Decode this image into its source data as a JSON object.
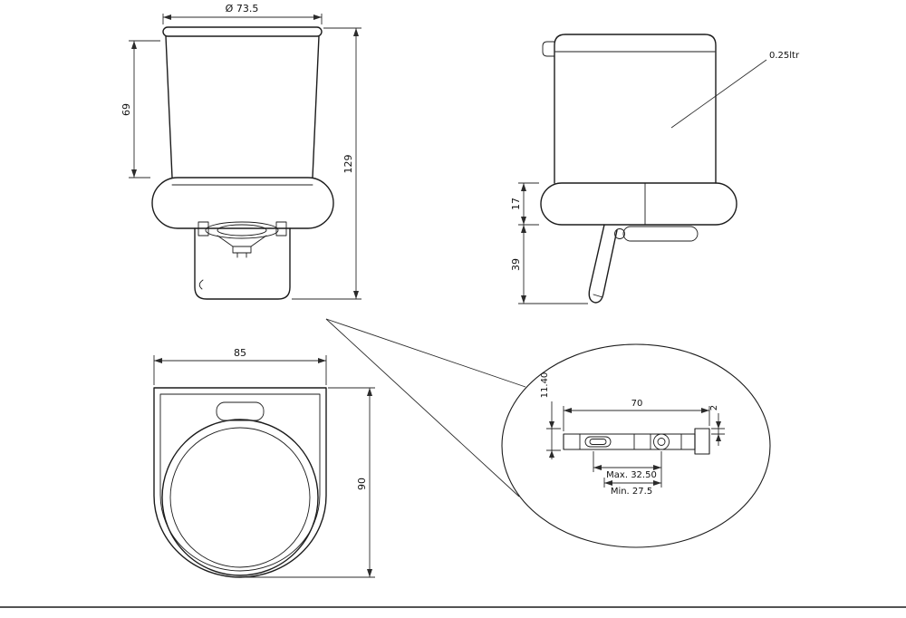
{
  "page": {
    "background": "#ffffff",
    "line_color": "#1c1c1c"
  },
  "views": {
    "front": {
      "diameter": "Ø 73.5",
      "glass_height": "69",
      "total_height": "129"
    },
    "side": {
      "collar_height": "17",
      "pump_height": "39",
      "capacity": "0.25ltr"
    },
    "top": {
      "width": "85",
      "depth": "90"
    },
    "detail": {
      "plate_offset": "11.40",
      "hole_spacing": "70",
      "plate_thickness": "2",
      "max_spacing": "Max. 32.50",
      "min_spacing": "Min. 27.5"
    }
  }
}
